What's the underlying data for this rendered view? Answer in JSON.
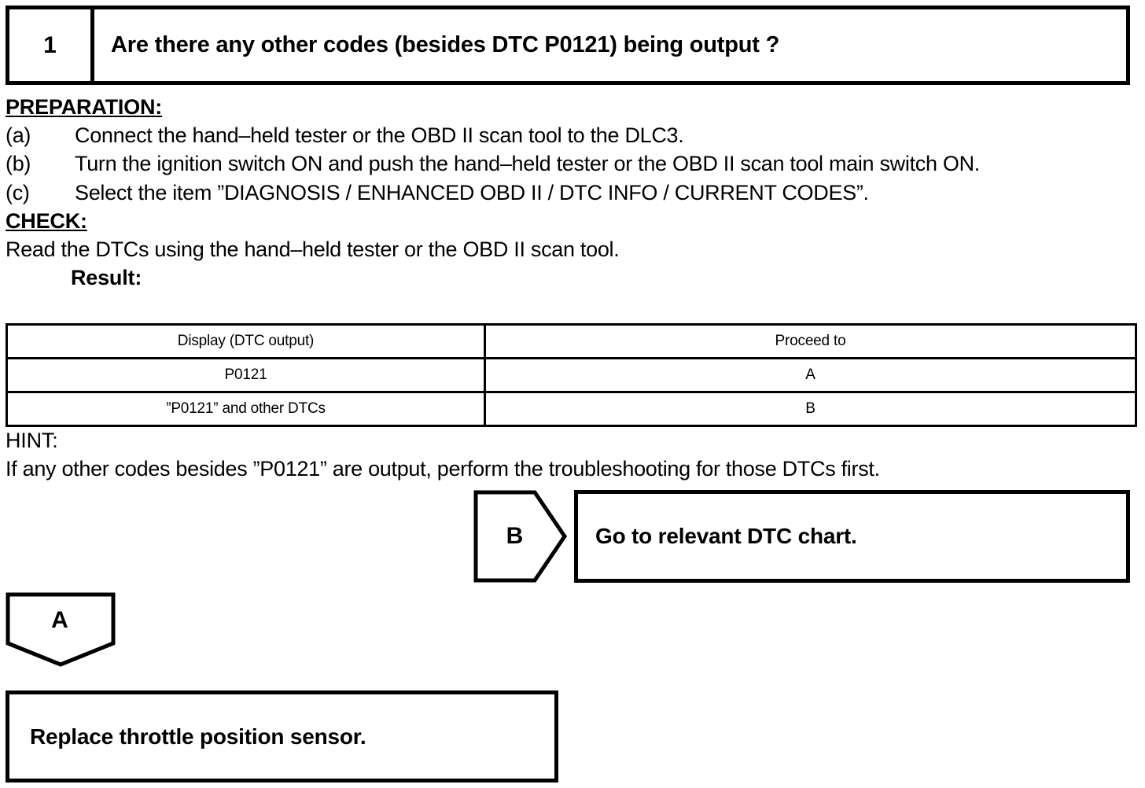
{
  "step": {
    "number": "1",
    "question": "Are there any other codes (besides DTC P0121) being output ?"
  },
  "preparation": {
    "heading": "PREPARATION:",
    "items": [
      {
        "marker": "(a)",
        "text": "Connect the hand–held tester or the OBD II scan tool to the DLC3."
      },
      {
        "marker": "(b)",
        "text": "Turn the ignition switch ON and push the hand–held tester or the OBD II scan tool main switch ON."
      },
      {
        "marker": "(c)",
        "text": "Select the item ”DIAGNOSIS / ENHANCED OBD II / DTC INFO / CURRENT CODES”."
      }
    ]
  },
  "check": {
    "heading": "CHECK:",
    "instruction": "Read the DTCs using the hand–held tester or the OBD II scan tool.",
    "result_label": "Result:"
  },
  "result_table": {
    "headers": [
      "Display (DTC output)",
      "Proceed to"
    ],
    "rows": [
      [
        "P0121",
        "A"
      ],
      [
        "”P0121” and other DTCs",
        "B"
      ]
    ]
  },
  "hint": {
    "heading": "HINT:",
    "text": "If any other codes besides ”P0121” are output, perform the troubleshooting for those DTCs first."
  },
  "connectors": {
    "b": "B",
    "a": "A"
  },
  "boxes": {
    "dtc_chart": "Go to relevant DTC chart.",
    "replace_sensor": "Replace throttle position sensor."
  }
}
